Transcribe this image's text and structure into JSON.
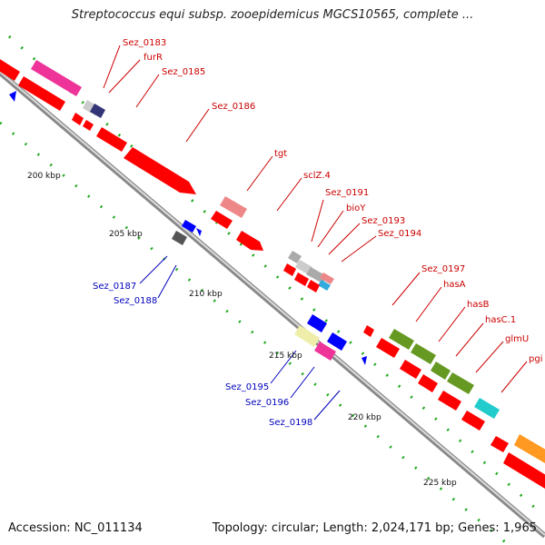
{
  "title": "Streptococcus equi subsp. zooepidemicus MGCS10565, complete ...",
  "footer": {
    "accession": "Accession: NC_011134",
    "summary": "Topology: circular; Length: 2,024,171 bp; Genes: 1,965"
  },
  "scale_labels": [
    "200 kbp",
    "205 kbp",
    "210 kbp",
    "215 kbp",
    "220 kbp",
    "225 kbp"
  ],
  "genes_top_strand": [
    "Sez_0183",
    "furR",
    "Sez_0185",
    "Sez_0186",
    "tgt",
    "sclZ.4",
    "Sez_0191",
    "bioY",
    "Sez_0193",
    "Sez_0194",
    "Sez_0197",
    "hasA",
    "hasB",
    "hasC.1",
    "glmU",
    "pgi"
  ],
  "genes_bottom_strand": [
    "Sez_0187",
    "Sez_0188",
    "Sez_0195",
    "Sez_0196",
    "Sez_0198"
  ],
  "colors": {
    "forward_gene": "#ff0000",
    "reverse_gene": "#0000ff",
    "label_forward": "#cc0000",
    "label_reverse": "#0000bb",
    "backbone": "#999999",
    "tick": "#22aa22"
  }
}
